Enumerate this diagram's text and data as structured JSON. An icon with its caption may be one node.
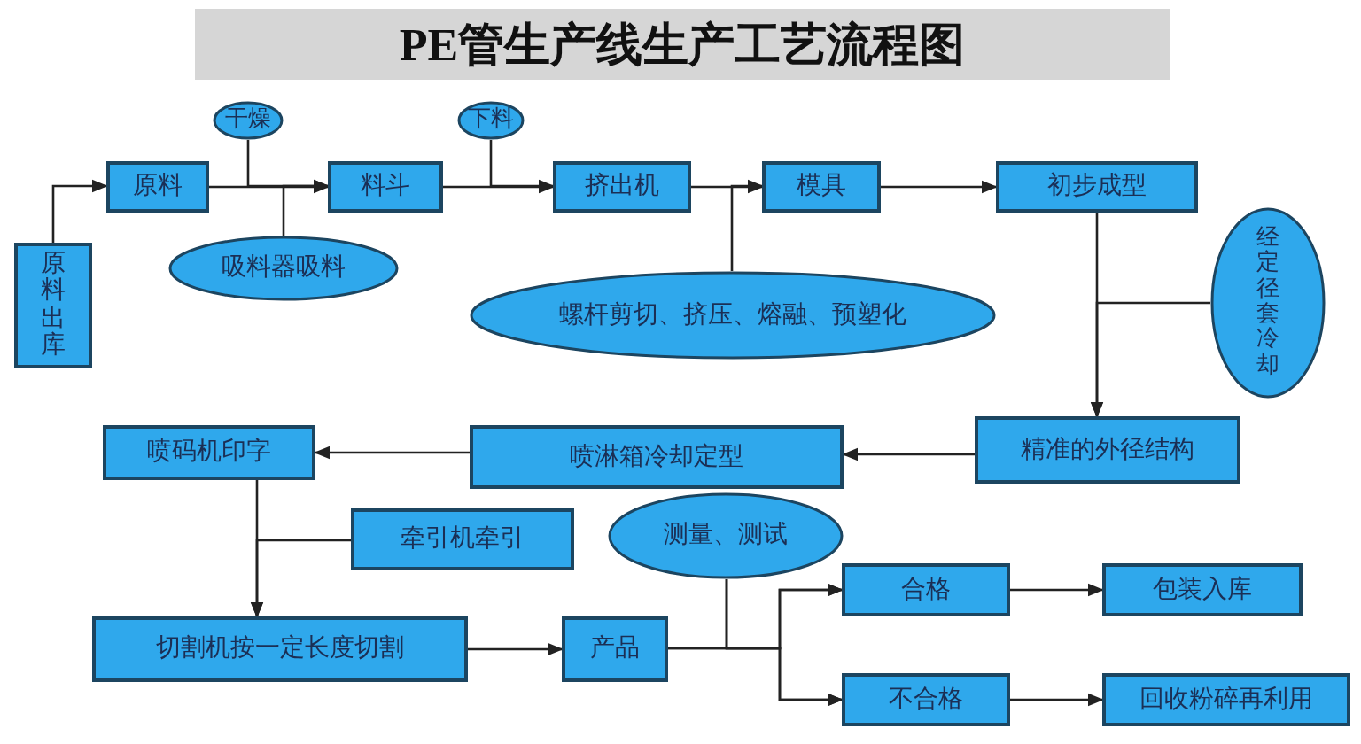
{
  "diagram": {
    "title": "PE管生产线生产工艺流程图",
    "nodes": [
      {
        "text": [
          "原料出库"
        ]
      },
      {
        "text": [
          "原料"
        ]
      },
      {
        "text": [
          "干燥"
        ]
      },
      {
        "text": [
          "吸料器吸料"
        ]
      },
      {
        "text": [
          "料斗"
        ]
      },
      {
        "text": [
          "下料"
        ]
      },
      {
        "text": [
          "挤出机"
        ]
      },
      {
        "text": [
          "螺杆剪切、挤压、熔融、预塑化"
        ]
      },
      {
        "text": [
          "模具"
        ]
      },
      {
        "text": [
          "初步成型"
        ]
      },
      {
        "text": [
          "经定径套冷却"
        ]
      },
      {
        "text": [
          "精准的外径结构"
        ]
      },
      {
        "text": [
          "喷淋箱冷却定型"
        ]
      },
      {
        "text": [
          "喷码机印字"
        ]
      },
      {
        "text": [
          "牵引机牵引"
        ]
      },
      {
        "text": [
          "测量、测试"
        ]
      },
      {
        "text": [
          "切割机按一定长度切割"
        ]
      },
      {
        "text": [
          "产品"
        ]
      },
      {
        "text": [
          "合格"
        ]
      },
      {
        "text": [
          "不合格"
        ]
      },
      {
        "text": [
          "包装入库"
        ]
      },
      {
        "text": [
          "回收粉碎再利用"
        ]
      }
    ],
    "edges": [
      {
        "from": 0,
        "to": 1,
        "arrow": "to"
      },
      {
        "from": 1,
        "to": 4,
        "arrow": "to"
      },
      {
        "from": 2,
        "to": 4,
        "arrow": "to"
      },
      {
        "from": 3,
        "to": 4,
        "arrow": "to"
      },
      {
        "from": 4,
        "to": 6,
        "arrow": "to"
      },
      {
        "from": 5,
        "to": 6,
        "arrow": "to"
      },
      {
        "from": 6,
        "to": 8,
        "arrow": "to"
      },
      {
        "from": 7,
        "to": 8,
        "arrow": "to"
      },
      {
        "from": 8,
        "to": 9,
        "arrow": "to"
      },
      {
        "from": 9,
        "to": 11,
        "arrow": "to"
      },
      {
        "from": 10,
        "to": 11,
        "arrow": "to"
      },
      {
        "from": 11,
        "to": 12,
        "arrow": "to"
      },
      {
        "from": 12,
        "to": 13,
        "arrow": "to"
      },
      {
        "from": 13,
        "to": 16,
        "arrow": "to"
      },
      {
        "from": 14,
        "to": 16,
        "arrow": "to"
      },
      {
        "from": 16,
        "to": 17,
        "arrow": "to"
      },
      {
        "from": 17,
        "to": 18,
        "arrow": "to"
      },
      {
        "from": 17,
        "to": 19,
        "arrow": "to"
      },
      {
        "from": 15,
        "to": 18,
        "arrow": "to"
      },
      {
        "from": 15,
        "to": 19,
        "arrow": "to"
      },
      {
        "from": 18,
        "to": 20,
        "arrow": "to"
      },
      {
        "from": 19,
        "to": 21,
        "arrow": "to"
      }
    ]
  }
}
